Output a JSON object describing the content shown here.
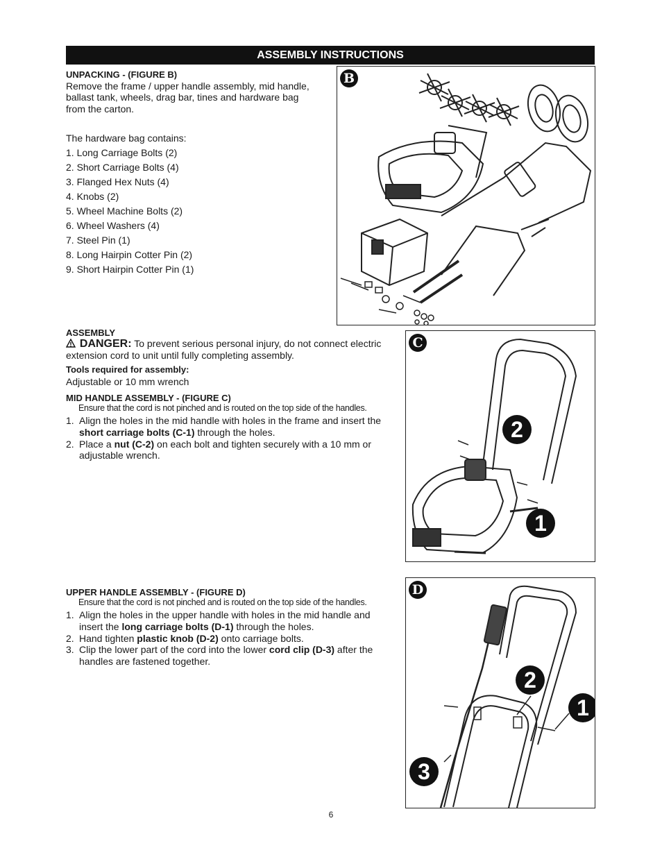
{
  "banner": "ASSEMBLY INSTRUCTIONS",
  "unpacking": {
    "heading": "UNPACKING -  (FIGURE B)",
    "lines": [
      "Remove the frame / upper handle assembly, mid handle,",
      "ballast tank, wheels, drag bar, tines and hardware bag",
      "from the carton."
    ],
    "hardware_intro": "The hardware bag contains:",
    "hardware": [
      "1. Long Carriage Bolts (2)",
      "2. Short Carriage Bolts (4)",
      "3. Flanged Hex Nuts (4)",
      "4. Knobs (2)",
      "5. Wheel Machine Bolts (2)",
      "6. Wheel Washers (4)",
      "7. Steel Pin (1)",
      "8. Long Hairpin Cotter Pin (2)",
      "9. Short Hairpin Cotter Pin (1)"
    ]
  },
  "assembly": {
    "heading": "ASSEMBLY",
    "danger_word": "DANGER:",
    "danger_line1": "To prevent serious personal injury, do not connect electric",
    "danger_line2": "extension cord to unit until fully completing assembly.",
    "tools_heading": "Tools required for assembly:",
    "tools_text": "Adjustable or 10 mm wrench"
  },
  "mid_handle": {
    "heading": "MID HANDLE ASSEMBLY -  (FIGURE C)",
    "note": "Ensure that the cord is not pinched and is routed on the top side of the handles.",
    "steps": [
      {
        "num": "1.",
        "a": "Align the holes in the mid handle with holes in the frame and insert the",
        "b_bold": "short carriage bolts (C-1)",
        "b_rest": " through the holes."
      },
      {
        "num": "2.",
        "a_pre": "Place a ",
        "a_bold": "nut (C-2)",
        "a_post": " on each bolt and tighten securely with a 10 mm or",
        "b": "adjustable wrench."
      }
    ]
  },
  "upper_handle": {
    "heading": "UPPER HANDLE ASSEMBLY -  (FIGURE D)",
    "note": "Ensure that the cord is not pinched and is routed on the top side of the handles.",
    "steps": [
      {
        "num": "1.",
        "a": "Align the holes in the upper handle with holes in the mid handle and",
        "b_pre": "insert the ",
        "b_bold": "long carriage bolts (D-1)",
        "b_post": " through the holes."
      },
      {
        "num": "2.",
        "a_pre": "Hand tighten ",
        "a_bold": "plastic knob (D-2)",
        "a_post": " onto carriage bolts."
      },
      {
        "num": "3.",
        "a_pre": "Clip the lower part of the cord into the lower ",
        "a_bold": "cord clip (D-3)",
        "a_post": " after the",
        "b": "handles are fastened together."
      }
    ]
  },
  "figures": {
    "b": {
      "label": "B"
    },
    "c": {
      "label": "C",
      "callouts": [
        "2",
        "1"
      ]
    },
    "d": {
      "label": "D",
      "callouts": [
        "2",
        "1",
        "3"
      ]
    }
  },
  "page_number": "6"
}
